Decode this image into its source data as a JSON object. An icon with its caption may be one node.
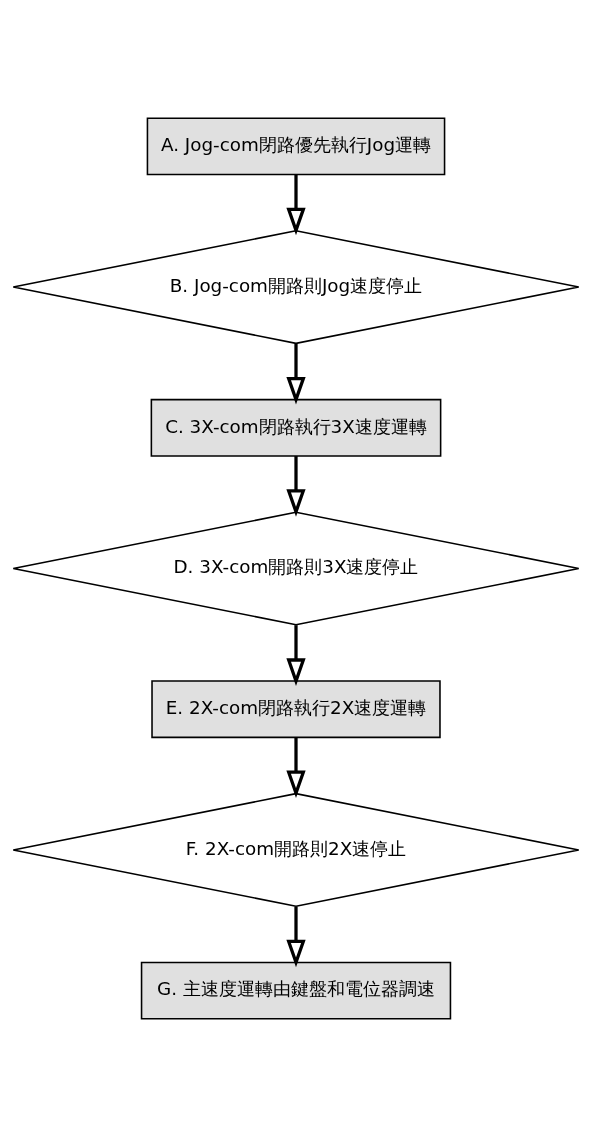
{
  "diagram": {
    "nodes": [
      {
        "text": [
          "A. Jog-com閉路優先執行Jog運轉"
        ]
      },
      {
        "text": [
          "B. Jog-com開路則Jog速度停止"
        ]
      },
      {
        "text": [
          "C. 3X-com閉路執行3X速度運轉"
        ]
      },
      {
        "text": [
          "D. 3X-com開路則3X速度停止"
        ]
      },
      {
        "text": [
          "E. 2X-com閉路執行2X速度運轉"
        ]
      },
      {
        "text": [
          "F. 2X-com開路則2X速停止"
        ]
      },
      {
        "text": [
          "G. 主速度運轉由鍵盤和電位器調速"
        ]
      }
    ],
    "edges": [
      {
        "from": 0,
        "to": 1,
        "arrow": "to"
      },
      {
        "from": 1,
        "to": 2,
        "arrow": "to"
      },
      {
        "from": 2,
        "to": 3,
        "arrow": "to"
      },
      {
        "from": 3,
        "to": 4,
        "arrow": "to"
      },
      {
        "from": 4,
        "to": 5,
        "arrow": "to"
      },
      {
        "from": 5,
        "to": 6,
        "arrow": "to"
      }
    ]
  }
}
